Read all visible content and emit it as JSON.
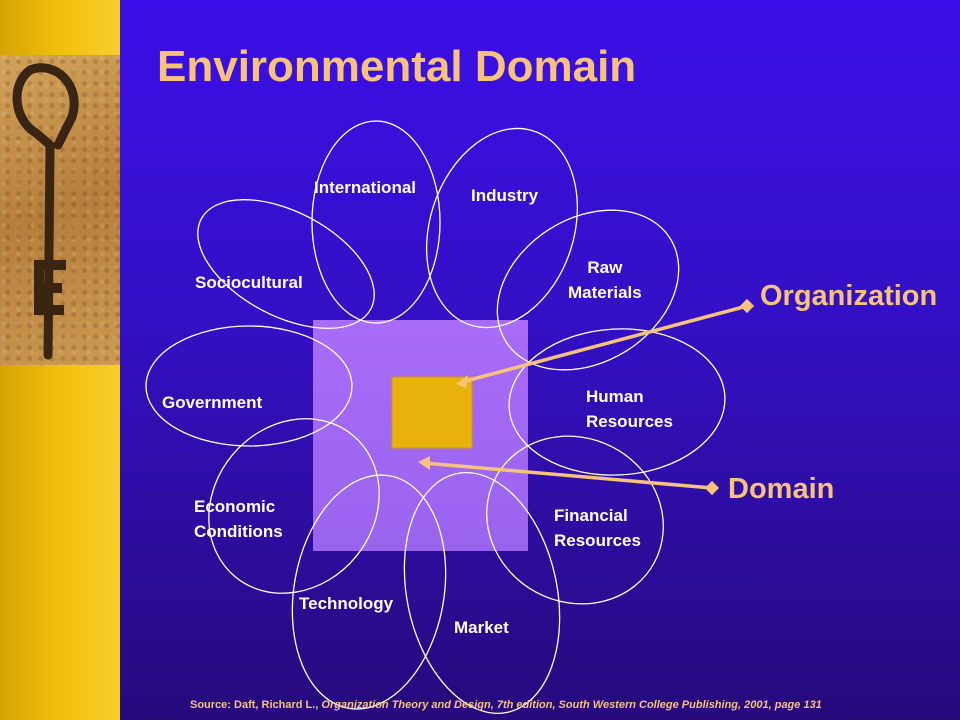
{
  "title": "Environmental Domain",
  "sectors": [
    {
      "id": "international",
      "label": "International"
    },
    {
      "id": "industry",
      "label": "Industry"
    },
    {
      "id": "raw-materials",
      "label": "Raw\nMaterials"
    },
    {
      "id": "human-resources",
      "label": "Human\nResources"
    },
    {
      "id": "financial-resources",
      "label": "Financial\nResources"
    },
    {
      "id": "market",
      "label": "Market"
    },
    {
      "id": "technology",
      "label": "Technology"
    },
    {
      "id": "economic-conditions",
      "label": "Economic\nConditions"
    },
    {
      "id": "government",
      "label": "Government"
    },
    {
      "id": "sociocultural",
      "label": "Sociocultural"
    }
  ],
  "callouts": {
    "organization": "Organization",
    "domain": "Domain"
  },
  "source": {
    "prefix": "Source: Daft, Richard L., ",
    "book": "Organization Theory and Design, 7th edition, South Western College Publishing, 2001, page 131"
  },
  "colors": {
    "accent": "#f7c37b",
    "domain_square": "#a36af5",
    "organization_square": "#e9b20b",
    "petal_stroke": "#ffffff"
  }
}
